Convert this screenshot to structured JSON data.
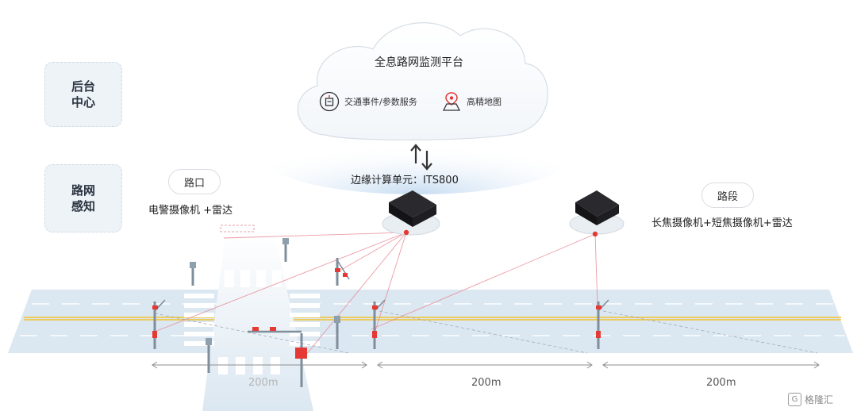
{
  "layers": {
    "backend": [
      "后台",
      "中心"
    ],
    "network": [
      "路网",
      "感知"
    ]
  },
  "cloud": {
    "title": "全息路网监测平台",
    "services": [
      {
        "label": "交通事件/参数服务",
        "icon": "traffic-event-icon"
      },
      {
        "label": "高精地图",
        "icon": "hd-map-icon"
      }
    ]
  },
  "edge_unit": "边缘计算单元：ITS800",
  "intersection": {
    "tag": "路口",
    "equipment": "电警摄像机 +雷达"
  },
  "segment": {
    "tag": "路段",
    "equipment": "长焦摄像机+短焦摄像机+雷达"
  },
  "distances": [
    "200m",
    "200m",
    "200m"
  ],
  "watermark": "格隆汇",
  "colors": {
    "road": "#dbe7f1",
    "lane_line": "#f2c230",
    "sensor_line": "#e88a96",
    "device": "#1e1e22",
    "pole": "#7f8e9a"
  }
}
